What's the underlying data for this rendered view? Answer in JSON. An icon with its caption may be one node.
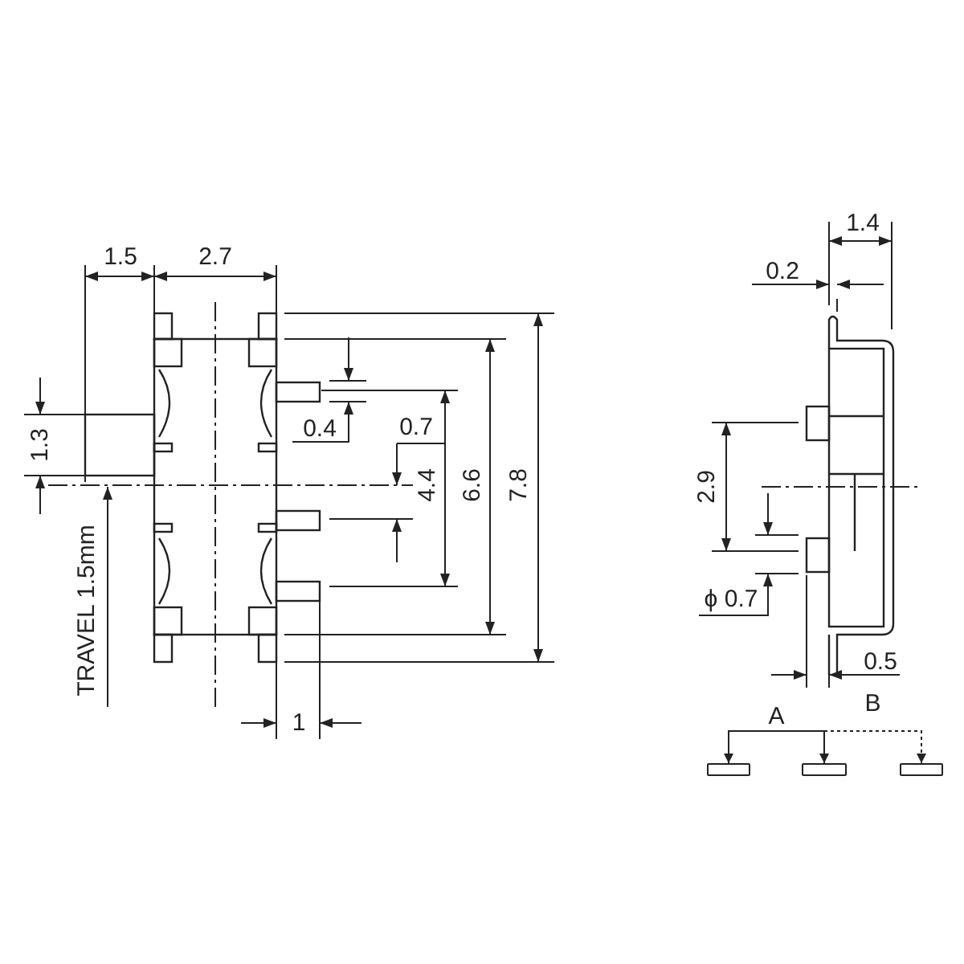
{
  "diagram": {
    "nodes": [
      {
        "text": [],
        "shape": "box"
      },
      {
        "text": [],
        "shape": "box"
      },
      {
        "text": [],
        "shape": "box"
      }
    ],
    "edges": [
      {
        "from": 1,
        "to": 0,
        "arrow": "to",
        "label": "A"
      },
      {
        "from": 1,
        "to": 2,
        "arrow": "to",
        "label": "B",
        "style": "dashed"
      },
      {
        "from": null,
        "to": 1,
        "arrow": "to"
      }
    ],
    "labels": [
      "1.5",
      "2.7",
      "1.3",
      "TRAVEL 1.5mm",
      "0.4",
      "0.7",
      "4.4",
      "6.6",
      "7.8",
      "1",
      "1.4",
      "0.2",
      "2.9",
      "ϕ 0.7",
      "0.5"
    ]
  }
}
